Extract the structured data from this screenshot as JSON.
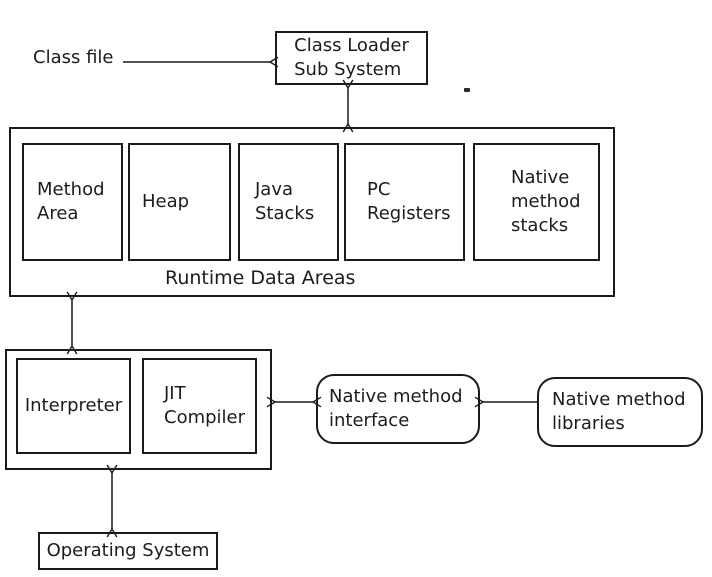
{
  "colors": {
    "line": "#1a1a1a",
    "text": "#1c1c1e",
    "background": "#ffffff"
  },
  "nodes": {
    "class_file": "Class file",
    "class_loader": "Class Loader\nSub System",
    "runtime_label": "Runtime Data Areas",
    "runtime_cells": [
      "Method\nArea",
      "Heap",
      "Java\nStacks",
      "PC\nRegisters",
      "Native\nmethod\nstacks"
    ],
    "interpreter": "Interpreter",
    "jit_compiler": "JIT\nCompiler",
    "native_method_interface": "Native method\ninterface",
    "native_method_libraries": "Native method\nlibraries",
    "operating_system": "Operating System"
  }
}
